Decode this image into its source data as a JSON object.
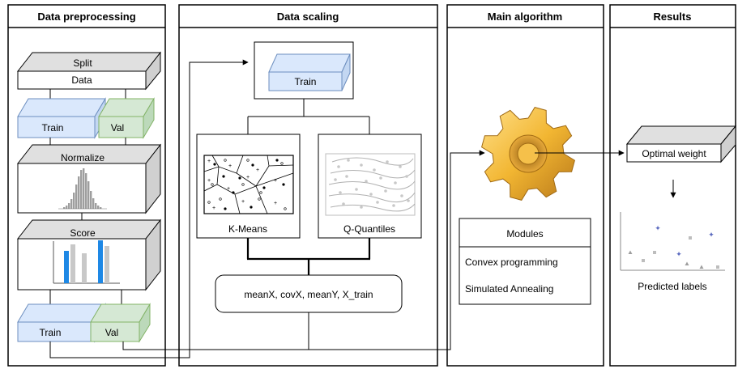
{
  "panels": {
    "preprocessing": "Data preprocessing",
    "scaling": "Data scaling",
    "algorithm": "Main algorithm",
    "results": "Results"
  },
  "preprocessing": {
    "split_line1": "Split",
    "split_line2": "Data",
    "train": "Train",
    "val": "Val",
    "normalize": "Normalize",
    "score": "Score",
    "train_out": "Train",
    "val_out": "Val"
  },
  "scaling": {
    "train": "Train",
    "kmeans": "K-Means",
    "quantiles": "Q-Quantiles",
    "outputs": "meanX, covX, meanY, X_train"
  },
  "algorithm": {
    "modules_title": "Modules",
    "module_1": "Convex programming",
    "module_2": "Simulated Annealing"
  },
  "results": {
    "optimal_weight": "Optimal weight",
    "predicted_labels": "Predicted labels"
  },
  "colors": {
    "train_fill": "#dae8fc",
    "train_stroke": "#6c8ebf",
    "val_fill": "#d5e8d4",
    "val_stroke": "#82b366",
    "box_top_gray": "#e0e0e0",
    "gear_gold": "#f2b632",
    "bar_blue": "#1e88e5",
    "bar_gray": "#c8c8c8"
  }
}
